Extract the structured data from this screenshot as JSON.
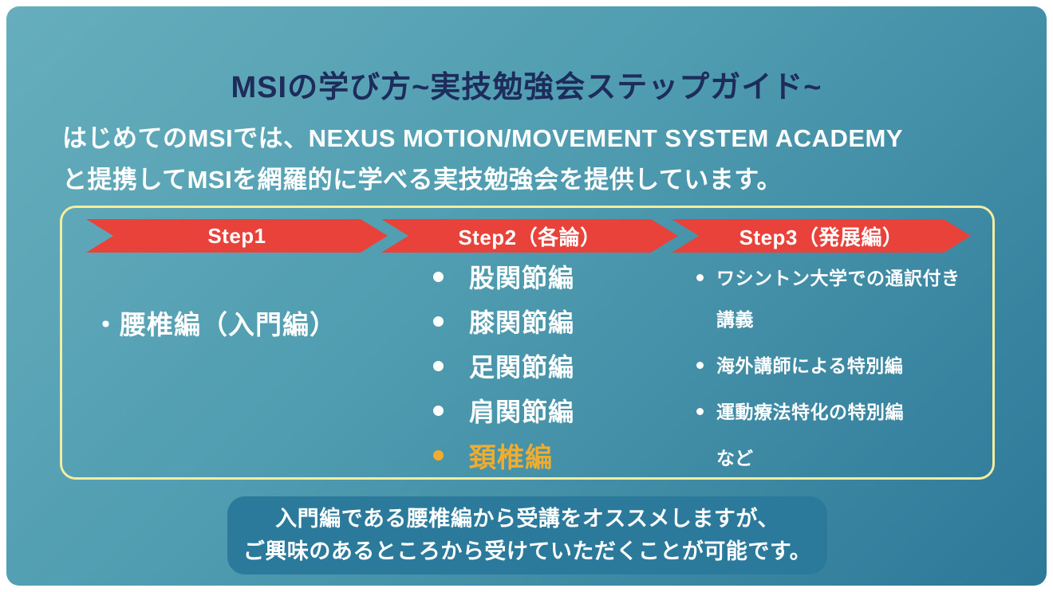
{
  "slide": {
    "title": "MSIの学び方~実技勉強会ステップガイド~",
    "intro_line1": "はじめてのMSIでは、NEXUS MOTION/MOVEMENT SYSTEM ACADEMY",
    "intro_line2": "と提携してMSIを網羅的に学べる実技勉強会を提供しています。"
  },
  "steps": {
    "step1": {
      "label": "Step1",
      "item": "・腰椎編（入門編）"
    },
    "step2": {
      "label": "Step2（各論）",
      "items": [
        "股関節編",
        "膝関節編",
        "足関節編",
        "肩関節編",
        "頚椎編"
      ],
      "highlighted_item": "頚椎編"
    },
    "step3": {
      "label": "Step3（発展編）",
      "items": [
        "ワシントン大学での通訳付き講義",
        "海外講師による特別編",
        "運動療法特化の特別編"
      ],
      "suffix": "など"
    }
  },
  "footer_note": {
    "line1": "入門編である腰椎編から受講をオススメしますが、",
    "line2": "ご興味のあるところから受けていただくことが可能です。"
  },
  "colors": {
    "title_navy": "#1d2c5b",
    "arrow_red": "#e8423a",
    "box_border_yellow": "#f2eda0",
    "highlight_gold": "#f0ac2f",
    "background_top": "#66aebd",
    "background_bottom": "#2d7898",
    "note_background": "#2b7a9b",
    "text_white": "#ffffff"
  }
}
